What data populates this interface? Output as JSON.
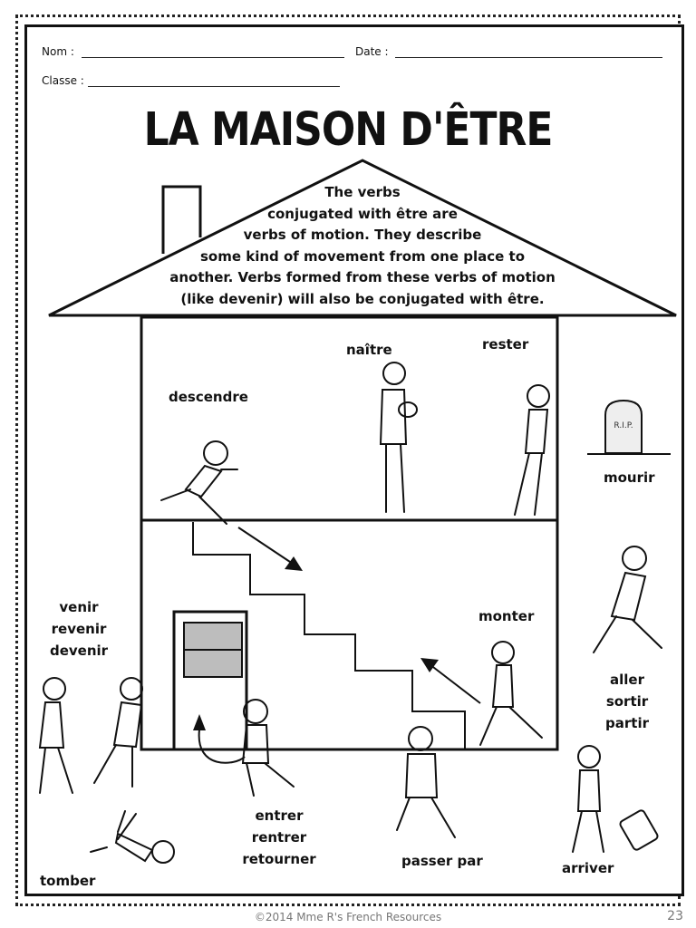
{
  "header": {
    "name_label": "Nom :",
    "date_label": "Date :",
    "class_label": "Classe :"
  },
  "title": "LA MAISON D'ÊTRE",
  "roof_text": [
    "The verbs",
    "conjugated with être are",
    "verbs of motion. They describe",
    "some kind of movement from one place to",
    "another. Verbs formed from these verbs of motion",
    "(like devenir) will also be conjugated with être."
  ],
  "verbs": {
    "naitre": "naître",
    "rester": "rester",
    "descendre": "descendre",
    "mourir": "mourir",
    "venir_group": [
      "venir",
      "revenir",
      "devenir"
    ],
    "monter": "monter",
    "aller_group": [
      "aller",
      "sortir",
      "partir"
    ],
    "entrer_group": [
      "entrer",
      "rentrer",
      "retourner"
    ],
    "passer": "passer par",
    "arriver": "arriver",
    "tomber": "tomber"
  },
  "tombstone_text": "R.I.P.",
  "footer": "©2014 Mme R's French Resources",
  "page_number": "23"
}
